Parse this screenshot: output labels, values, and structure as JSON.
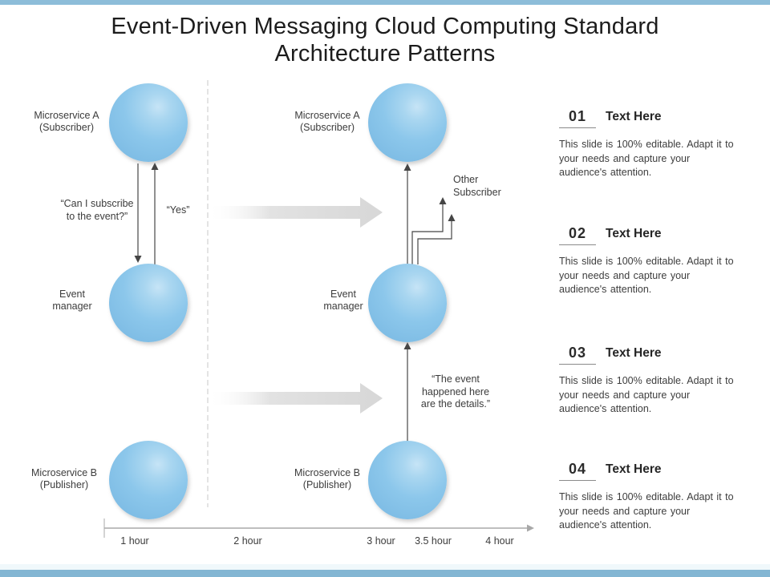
{
  "slide": {
    "title": "Event-Driven Messaging Cloud Computing Standard Architecture Patterns"
  },
  "diagram": {
    "nodes": {
      "left_subscriber": "Microservice A\n(Subscriber)",
      "left_event_manager": "Event\nmanager",
      "left_publisher": "Microservice B\n(Publisher)",
      "mid_subscriber": "Microservice A\n(Subscriber)",
      "mid_event_manager": "Event\nmanager",
      "mid_publisher": "Microservice B\n(Publisher)"
    },
    "messages": {
      "subscribe_request": "“Can I subscribe\nto the event?”",
      "subscribe_reply": "“Yes”",
      "other_subscriber": "Other\nSubscriber",
      "event_notification": "“The event\nhappened here\nare the details.”"
    },
    "timeline": {
      "labels": [
        "1 hour",
        "2 hour",
        "3 hour",
        "3.5 hour",
        "4 hour"
      ]
    },
    "colors": {
      "node_fill": "#82c1e7",
      "accent_strip_top": "#8dbdd9",
      "accent_strip_bottom": "#83b6d3",
      "block_arrow_gray": "#d7d7d7",
      "connector_dark": "#454545"
    }
  },
  "sidebar": {
    "items": [
      {
        "number": "01",
        "heading": "Text Here",
        "body": "This slide is 100% editable. Adapt it to your needs and capture your audience's attention."
      },
      {
        "number": "02",
        "heading": "Text Here",
        "body": "This slide is 100% editable. Adapt it to your needs and capture your audience's attention."
      },
      {
        "number": "03",
        "heading": "Text Here",
        "body": "This slide is 100% editable. Adapt it to your needs and capture your audience's attention."
      },
      {
        "number": "04",
        "heading": "Text Here",
        "body": "This slide is 100% editable. Adapt it to your needs and capture your audience's attention."
      }
    ]
  }
}
